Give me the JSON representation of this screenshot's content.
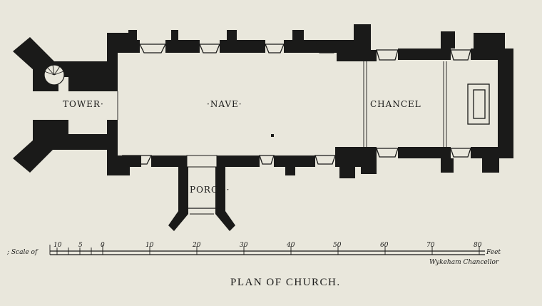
{
  "title": "PLAN OF CHURCH.",
  "rooms": {
    "tower": "TOWER·",
    "nave": "·NAVE·",
    "chancel": "CHANCEL",
    "porch": "PORCH·"
  },
  "scale": {
    "prefix": "; Scale of",
    "ticks": [
      "10",
      "5",
      "0",
      "10",
      "20",
      "30",
      "40",
      "50",
      "60",
      "70",
      "80"
    ],
    "unit": "Feet",
    "credit": "Wykeham Chancellor"
  }
}
